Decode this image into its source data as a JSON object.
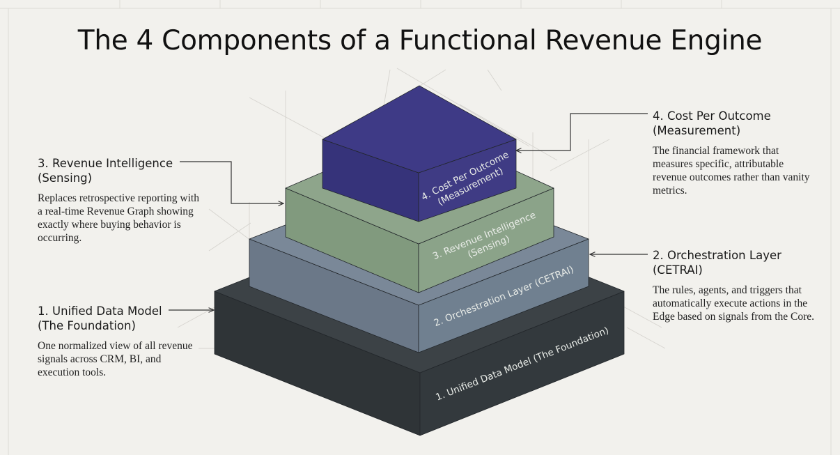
{
  "title": "The 4 Components of a Functional Revenue Engine",
  "layers": [
    {
      "face_line1": "1. Unified Data Model (The Foundation)",
      "face_line2": "",
      "heading_line1": "1. Unified Data Model",
      "heading_line2": "(The Foundation)",
      "description": "One normalized view of all revenue signals across CRM, BI, and execution tools.",
      "colors": {
        "top": "#3c4246",
        "left": "#2f3437",
        "right": "#33393d"
      }
    },
    {
      "face_line1": "2. Orchestration Layer (CETRAI)",
      "face_line2": "",
      "heading_line1": "2. Orchestration Layer",
      "heading_line2": "(CETRAI)",
      "description": "The rules, agents, and triggers that automatically execute actions in the Edge based on signals from the Core.",
      "colors": {
        "top": "#7a8898",
        "left": "#6b7888",
        "right": "#708090"
      }
    },
    {
      "face_line1": "3. Revenue Intelligence",
      "face_line2": "(Sensing)",
      "heading_line1": "3. Revenue Intelligence",
      "heading_line2": "(Sensing)",
      "description": "Replaces retrospective reporting with a real-time Revenue Graph showing exactly where buying behavior is occurring.",
      "colors": {
        "top": "#8ea58b",
        "left": "#819a7e",
        "right": "#8ba389"
      }
    },
    {
      "face_line1": "4. Cost Per Outcome",
      "face_line2": "(Measurement)",
      "heading_line1": "4. Cost Per Outcome",
      "heading_line2": "(Measurement)",
      "description": "The financial framework that measures specific, attributable revenue outcomes rather than vanity metrics.",
      "colors": {
        "top": "#3e3a86",
        "left": "#36337a",
        "right": "#3f3b84"
      }
    }
  ]
}
